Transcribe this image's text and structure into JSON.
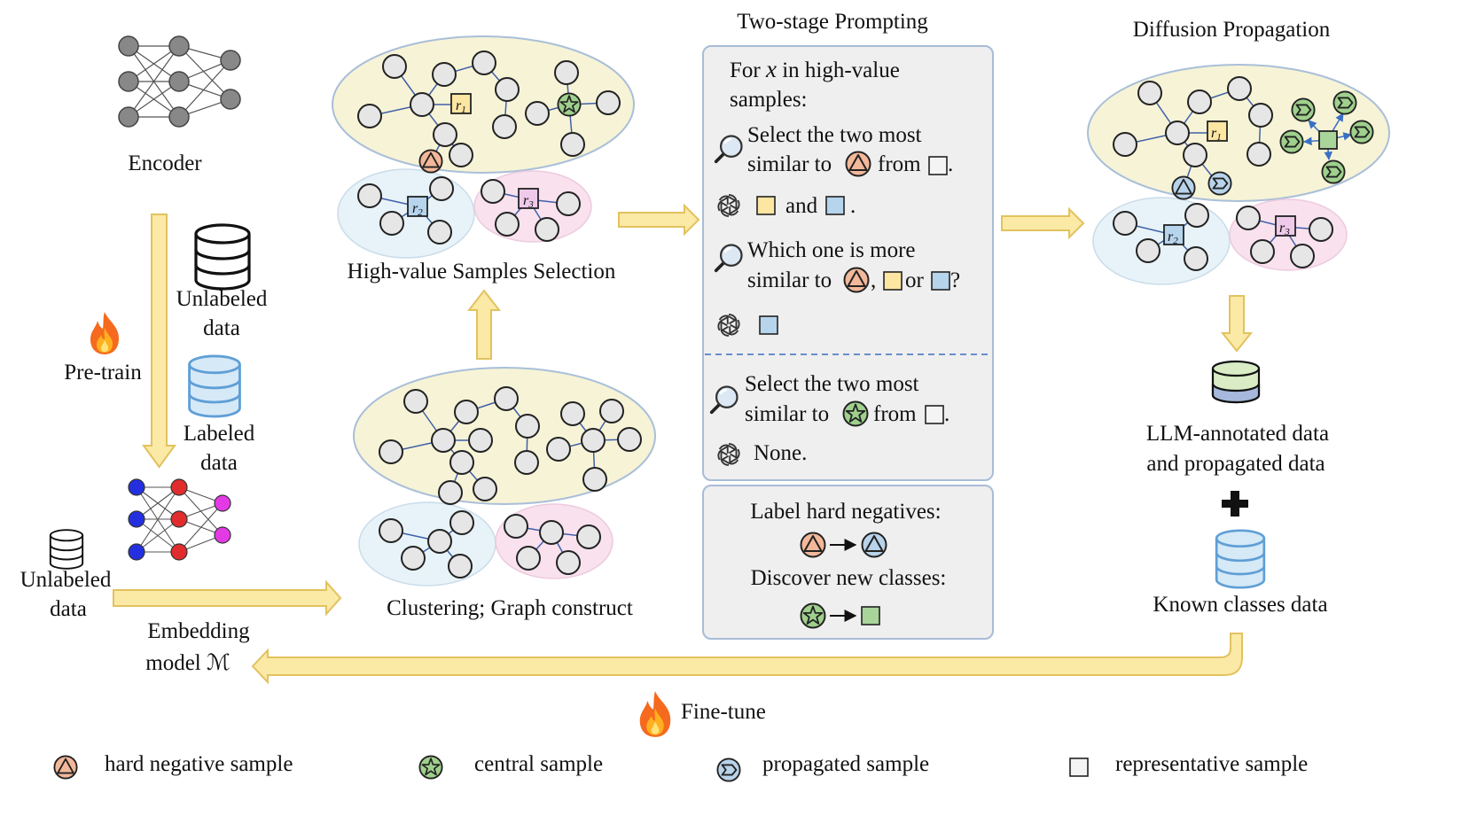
{
  "encoder": {
    "label": "Encoder"
  },
  "pretrain": {
    "label": "Pre-train",
    "unlabeled_l1": "Unlabeled",
    "unlabeled_l2": "data",
    "labeled_l1": "Labeled",
    "labeled_l2": "data"
  },
  "embedding": {
    "unlabeled_l1": "Unlabeled",
    "unlabeled_l2": "data",
    "model_l1": "Embedding",
    "model_l2": "model ℳ"
  },
  "selection": {
    "title": "High-value Samples Selection"
  },
  "clustering": {
    "title": "Clustering; Graph construct"
  },
  "prompting": {
    "title": "Two-stage Prompting",
    "for_prefix": "For ",
    "for_var": "x",
    "for_suffix": " in high-value",
    "for_l2": "samples:",
    "q1_l1": "Select the two most",
    "q1_l2a": "similar to",
    "q1_l2b": "from",
    "q1_l2c": ".",
    "a1_mid": "and",
    "a1_end": ".",
    "q2_l1": "Which one is more",
    "q2_l2a": "similar to",
    "q2_l2b": ",",
    "q2_l2c": "or",
    "q2_l2d": "?",
    "q3_l1": "Select the two most",
    "q3_l2a": "similar to",
    "q3_l2b": "from",
    "q3_l2c": ".",
    "a3": "None."
  },
  "outcome": {
    "hard_neg": "Label hard negatives:",
    "new_class": "Discover new classes:"
  },
  "diffusion": {
    "title": "Diffusion Propagation"
  },
  "annotated": {
    "l1": "LLM-annotated data",
    "l2": "and propagated data"
  },
  "known": {
    "label": "Known classes data"
  },
  "finetune": {
    "label": "Fine-tune"
  },
  "legend": {
    "hard_negative": "hard negative sample",
    "central": "central sample",
    "propagated": "propagated sample",
    "representative": "representative sample"
  },
  "reps": {
    "r1": "r",
    "r1_sub": "1",
    "r2": "r",
    "r2_sub": "2",
    "r3": "r",
    "r3_sub": "3"
  },
  "colors": {
    "yellow_region": "#f7f3d6",
    "blue_region": "#e7f3f8",
    "pink_region": "#f9e1ee",
    "arrow_fill": "#fbe9a6",
    "arrow_stroke": "#e2c25e",
    "panel_fill": "#efefef",
    "panel_stroke": "#a8bcd6",
    "hard_negative": "#f3b89a",
    "central": "#9fd08d",
    "propagated": "#b8d3ea",
    "rep_yellow": "#fce6a2",
    "rep_blue": "#b6d4ec",
    "rep_pink": "#eec9ea",
    "rep_green": "#a9d59a",
    "node_gray": "#8a8a8a",
    "nn_blue": "#2430e0",
    "nn_red": "#e02c2c",
    "nn_magenta": "#e43ae6"
  },
  "icons": [
    "database-icon",
    "fire-icon",
    "magnifier-icon",
    "openai-icon",
    "arrow-right-icon",
    "plus-icon"
  ]
}
